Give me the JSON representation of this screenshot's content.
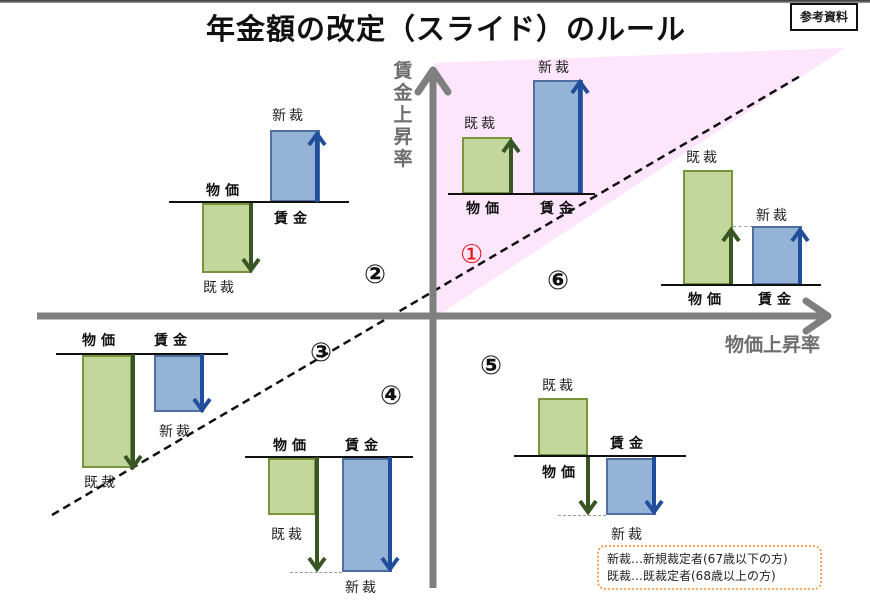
{
  "title": "年金額の改定（スライド）のルール",
  "badge": "参考資料",
  "axes": {
    "y_label": "賃金上昇率",
    "x_label": "物価上昇率"
  },
  "regions": [
    {
      "id": "1",
      "label": "①",
      "color": "#e8141b"
    },
    {
      "id": "2",
      "label": "②"
    },
    {
      "id": "3",
      "label": "③"
    },
    {
      "id": "4",
      "label": "④"
    },
    {
      "id": "5",
      "label": "⑤"
    },
    {
      "id": "6",
      "label": "⑥"
    }
  ],
  "labels": {
    "price": "物価",
    "wage": "賃金",
    "existing": "既裁",
    "new": "新裁"
  },
  "mini_charts": [
    {
      "region": "1",
      "price": "up_small",
      "wage": "up_large",
      "price_tag": "既裁",
      "wage_tag": "新裁"
    },
    {
      "region": "2",
      "price": "down",
      "wage": "up",
      "price_tag": "既裁",
      "wage_tag": "新裁"
    },
    {
      "region": "3",
      "price": "down_large",
      "wage": "down_small",
      "price_tag": "既裁",
      "wage_tag": "新裁"
    },
    {
      "region": "4",
      "price": "down_small",
      "wage": "down_large",
      "price_tag": "既裁",
      "wage_tag": "新裁"
    },
    {
      "region": "5",
      "price": "up",
      "wage": "down",
      "price_tag": "既裁",
      "wage_tag": "新裁"
    },
    {
      "region": "6",
      "price": "up_large",
      "wage": "up_small",
      "price_tag": "既裁",
      "wage_tag": "新裁"
    }
  ],
  "legend": {
    "line1": "新裁…新規裁定者(67歳以下の方)",
    "line2": "既裁…既裁定者(68歳以上の方)"
  },
  "colors": {
    "price_fill": "#c3d69b",
    "price_arrow": "#375623",
    "wage_fill": "#95b3d7",
    "wage_arrow": "#1f4e9a",
    "axis": "#7f7f7f",
    "region1_fill": "#fde5fb",
    "legend_border": "#f0a060"
  }
}
